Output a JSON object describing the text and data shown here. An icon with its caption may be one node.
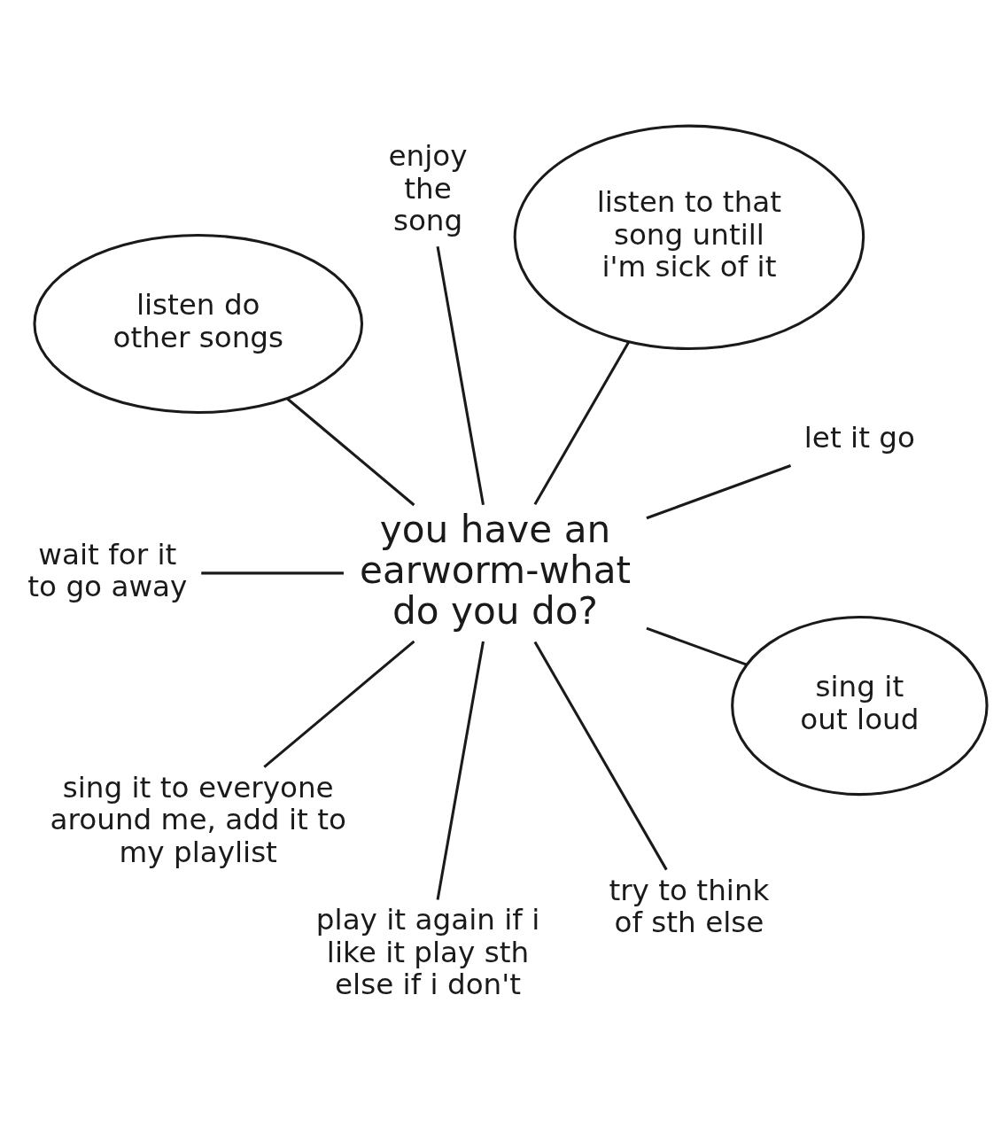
{
  "diagram": {
    "nodes": [
      {
        "text": [
          "you have an earworm-what do you do?"
        ]
      },
      {
        "text": [
          "listen do other songs"
        ]
      },
      {
        "text": [
          "enjoy the song"
        ]
      },
      {
        "text": [
          "listen to that song untill i'm sick of it"
        ]
      },
      {
        "text": [
          "wait for it to go away"
        ]
      },
      {
        "text": [
          "let it go"
        ]
      },
      {
        "text": [
          "sing it to everyone around me, add it to my playlist"
        ]
      },
      {
        "text": [
          "sing it out loud"
        ]
      },
      {
        "text": [
          "try to think of sth else"
        ]
      },
      {
        "text": [
          "play it again if i like it play sth else if i don't"
        ]
      }
    ],
    "edges": [
      {
        "from": 0,
        "to": 1,
        "arrow": "none"
      },
      {
        "from": 0,
        "to": 2,
        "arrow": "none"
      },
      {
        "from": 0,
        "to": 3,
        "arrow": "none"
      },
      {
        "from": 0,
        "to": 5,
        "arrow": "none"
      },
      {
        "from": 0,
        "to": 7,
        "arrow": "none"
      },
      {
        "from": 0,
        "to": 8,
        "arrow": "none"
      },
      {
        "from": 0,
        "to": 9,
        "arrow": "none"
      },
      {
        "from": 0,
        "to": 6,
        "arrow": "none"
      },
      {
        "from": 0,
        "to": 4,
        "arrow": "none"
      }
    ]
  }
}
